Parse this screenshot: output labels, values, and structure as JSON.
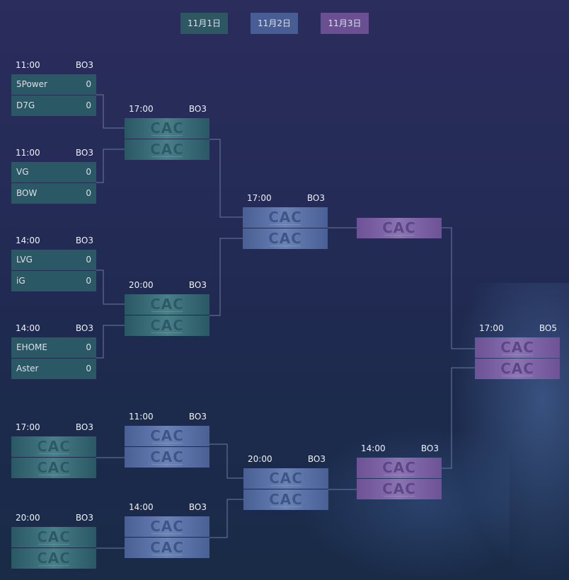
{
  "tabs": [
    {
      "label": "11月1日"
    },
    {
      "label": "11月2日"
    },
    {
      "label": "11月3日"
    }
  ],
  "placeholder_logo": "CAC",
  "matches": {
    "r1m1": {
      "time": "11:00",
      "bo": "BO3",
      "teams": [
        {
          "name": "5Power",
          "score": "0"
        },
        {
          "name": "D7G",
          "score": "0"
        }
      ]
    },
    "r1m2": {
      "time": "11:00",
      "bo": "BO3",
      "teams": [
        {
          "name": "VG",
          "score": "0"
        },
        {
          "name": "BOW",
          "score": "0"
        }
      ]
    },
    "r1m3": {
      "time": "14:00",
      "bo": "BO3",
      "teams": [
        {
          "name": "LVG",
          "score": "0"
        },
        {
          "name": "iG",
          "score": "0"
        }
      ]
    },
    "r1m4": {
      "time": "14:00",
      "bo": "BO3",
      "teams": [
        {
          "name": "EHOME",
          "score": "0"
        },
        {
          "name": "Aster",
          "score": "0"
        }
      ]
    },
    "r1m5": {
      "time": "17:00",
      "bo": "BO3"
    },
    "r1m6": {
      "time": "20:00",
      "bo": "BO3"
    },
    "r2m1": {
      "time": "17:00",
      "bo": "BO3"
    },
    "r2m2": {
      "time": "20:00",
      "bo": "BO3"
    },
    "r2m3": {
      "time": "11:00",
      "bo": "BO3"
    },
    "r2m4": {
      "time": "14:00",
      "bo": "BO3"
    },
    "r3m1": {
      "time": "17:00",
      "bo": "BO3"
    },
    "r3m2": {
      "time": "20:00",
      "bo": "BO3"
    },
    "r4m1": {
      "time": "14:00",
      "bo": "BO3"
    },
    "final": {
      "time": "17:00",
      "bo": "BO5"
    }
  },
  "colors": {
    "day1": "#2a5865",
    "day2": "#4a6095",
    "day3": "#6d5296",
    "line": "#6b7aa3"
  }
}
